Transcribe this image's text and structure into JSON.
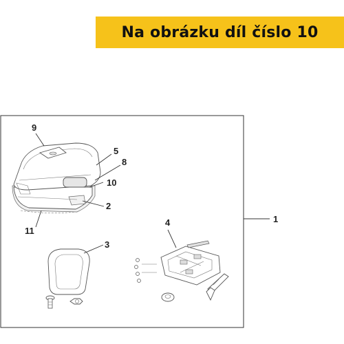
{
  "banner": {
    "text": "Na obrázku díl číslo 10",
    "color": "#f6c21a"
  },
  "callouts": {
    "c1": "1",
    "c2": "2",
    "c3": "3",
    "c4": "4",
    "c5": "5",
    "c8": "8",
    "c9": "9",
    "c10": "10",
    "c11": "11"
  },
  "icons": {
    "top_case": "top-case-icon",
    "backrest": "backrest-pad-icon",
    "rack": "mounting-plate-icon",
    "screw": "screw-icon",
    "nut": "nut-icon",
    "bracket": "bracket-icon"
  }
}
